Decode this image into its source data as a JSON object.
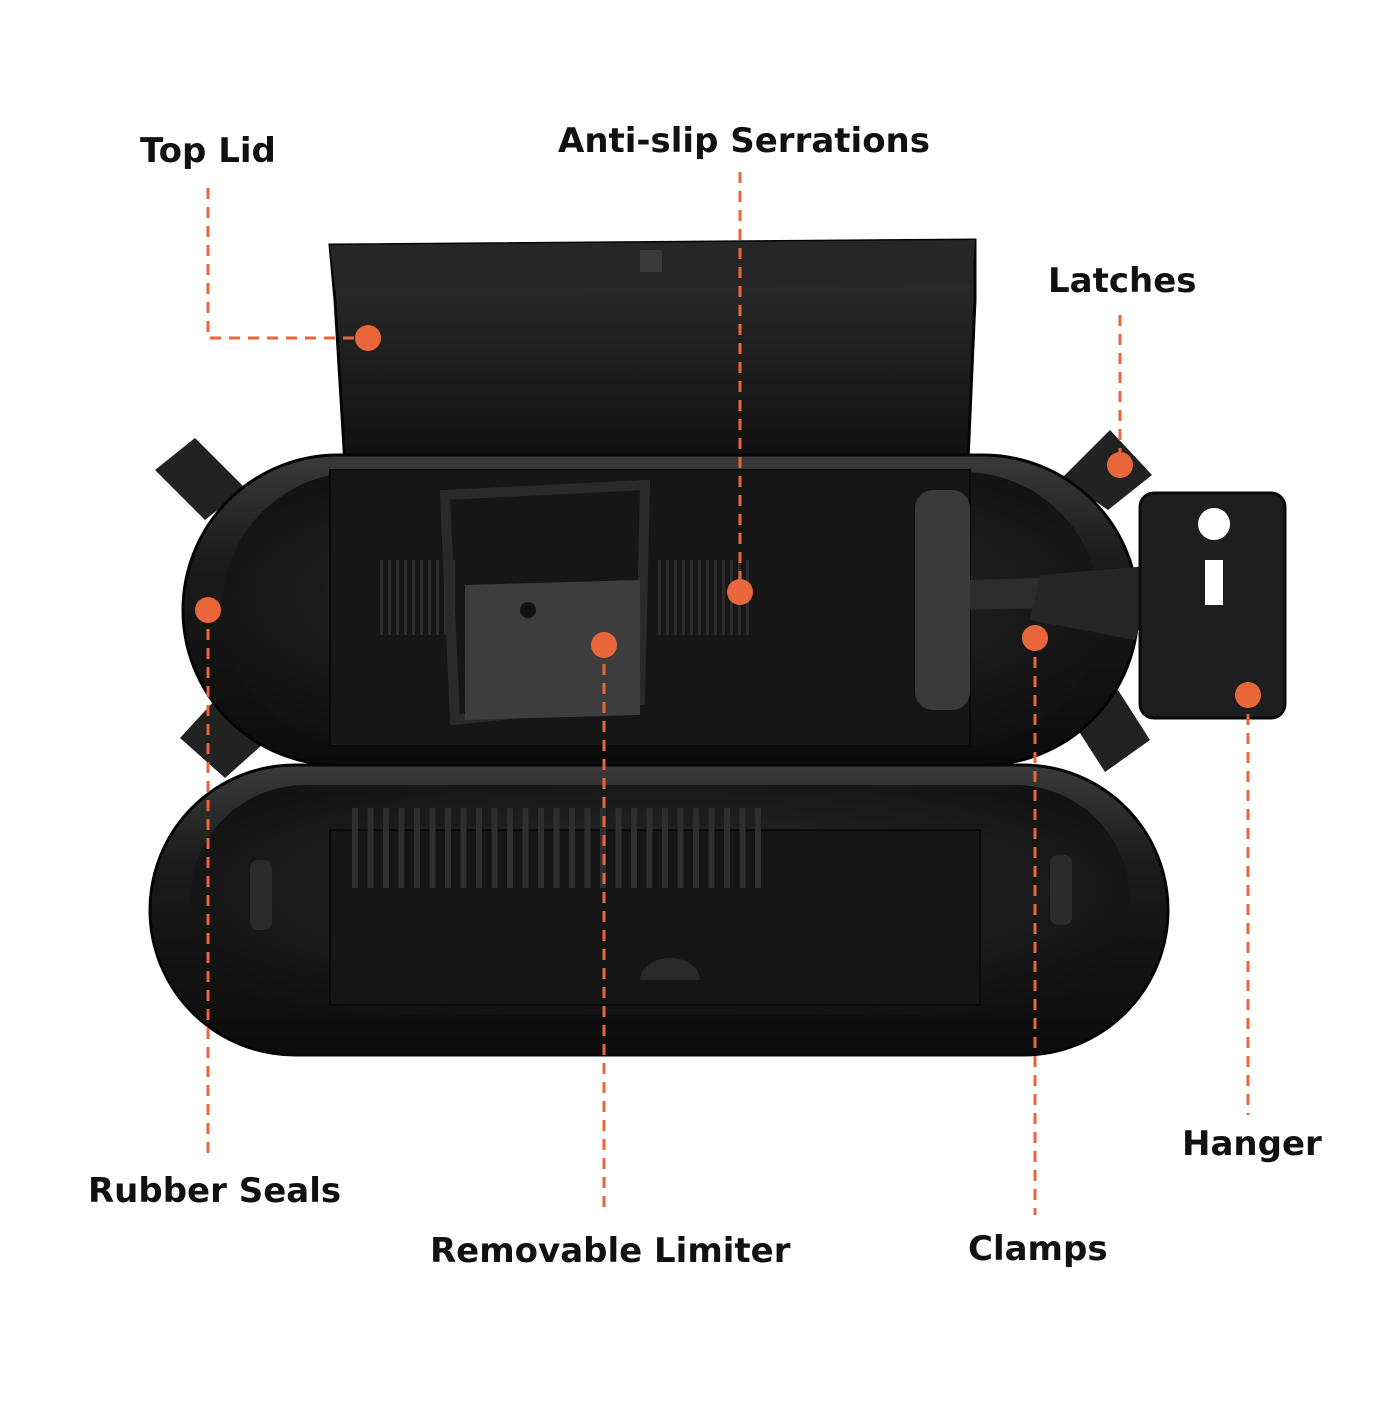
{
  "labels": {
    "top_lid": "Top Lid",
    "anti_slip": "Anti-slip Serrations",
    "latches": "Latches",
    "rubber_seals": "Rubber Seals",
    "removable_limiter": "Removable Limiter",
    "clamps": "Clamps",
    "hanger": "Hanger"
  },
  "colors": {
    "accent": "#e8663a",
    "label_text": "#111111",
    "body_dark": "#1b1b1b",
    "background": "#ffffff"
  },
  "icons": {
    "marker": "orange-dot-icon"
  }
}
